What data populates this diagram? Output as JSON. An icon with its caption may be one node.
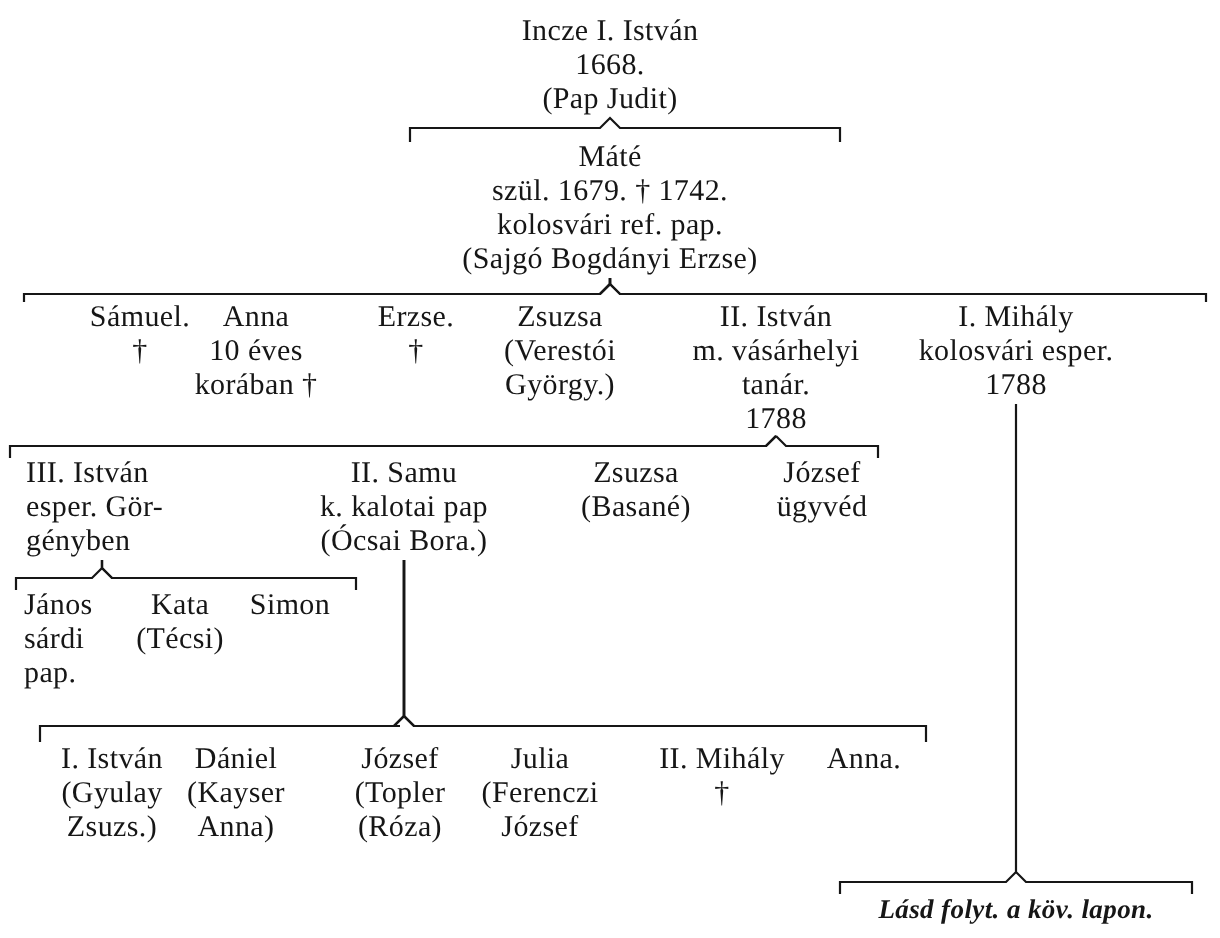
{
  "diagram": {
    "nodes": [
      {
        "text": [
          "Incze I. István",
          "1668.",
          "(Pap Judit)"
        ]
      },
      {
        "text": [
          "Máté",
          "szül. 1679. † 1742.",
          "kolosvári ref. pap.",
          "(Sajgó Bogdányi Erzse)"
        ]
      },
      {
        "text": [
          "Sámuel.",
          "†"
        ]
      },
      {
        "text": [
          "Anna",
          "10 éves korában †"
        ]
      },
      {
        "text": [
          "Erzse.",
          "†"
        ]
      },
      {
        "text": [
          "Zsuzsa",
          "(Verestói György.)"
        ]
      },
      {
        "text": [
          "II. István",
          "m. vásárhelyi tanár.",
          "1788"
        ]
      },
      {
        "text": [
          "I. Mihály",
          "kolosvári esper.",
          "1788"
        ]
      },
      {
        "text": [
          "III. István",
          "esper. Gör- gényben"
        ]
      },
      {
        "text": [
          "II. Samu",
          "k. kalotai pap",
          "(Ócsai Bora.)"
        ]
      },
      {
        "text": [
          "Zsuzsa",
          "(Basané)"
        ]
      },
      {
        "text": [
          "József",
          "ügyvéd"
        ]
      },
      {
        "text": [
          "János",
          "sárdi pap."
        ]
      },
      {
        "text": [
          "Kata",
          "(Técsi)"
        ]
      },
      {
        "text": [
          "Simon"
        ]
      },
      {
        "text": [
          "I. István",
          "(Gyulay Zsuzs.)"
        ]
      },
      {
        "text": [
          "Dániel",
          "(Kayser Anna)"
        ]
      },
      {
        "text": [
          "József",
          "(Topler (Róza)"
        ]
      },
      {
        "text": [
          "Julia",
          "(Ferenczi József"
        ]
      },
      {
        "text": [
          "II. Mihály",
          "†"
        ]
      },
      {
        "text": [
          "Anna."
        ]
      },
      {
        "text": [
          "Lásd folyt. a köv. lapon."
        ]
      }
    ],
    "edges": [
      {
        "from": 0,
        "to": 1,
        "arrow": "none"
      },
      {
        "from": 1,
        "to": 2,
        "arrow": "none"
      },
      {
        "from": 1,
        "to": 3,
        "arrow": "none"
      },
      {
        "from": 1,
        "to": 4,
        "arrow": "none"
      },
      {
        "from": 1,
        "to": 5,
        "arrow": "none"
      },
      {
        "from": 1,
        "to": 6,
        "arrow": "none"
      },
      {
        "from": 1,
        "to": 7,
        "arrow": "none"
      },
      {
        "from": 6,
        "to": 8,
        "arrow": "none"
      },
      {
        "from": 6,
        "to": 9,
        "arrow": "none"
      },
      {
        "from": 6,
        "to": 10,
        "arrow": "none"
      },
      {
        "from": 6,
        "to": 11,
        "arrow": "none"
      },
      {
        "from": 8,
        "to": 12,
        "arrow": "none"
      },
      {
        "from": 8,
        "to": 13,
        "arrow": "none"
      },
      {
        "from": 8,
        "to": 14,
        "arrow": "none"
      },
      {
        "from": 9,
        "to": 15,
        "arrow": "none"
      },
      {
        "from": 9,
        "to": 16,
        "arrow": "none"
      },
      {
        "from": 9,
        "to": 17,
        "arrow": "none"
      },
      {
        "from": 9,
        "to": 18,
        "arrow": "none"
      },
      {
        "from": 9,
        "to": 19,
        "arrow": "none"
      },
      {
        "from": 9,
        "to": 20,
        "arrow": "none"
      },
      {
        "from": 7,
        "to": 21,
        "arrow": "none"
      }
    ]
  }
}
